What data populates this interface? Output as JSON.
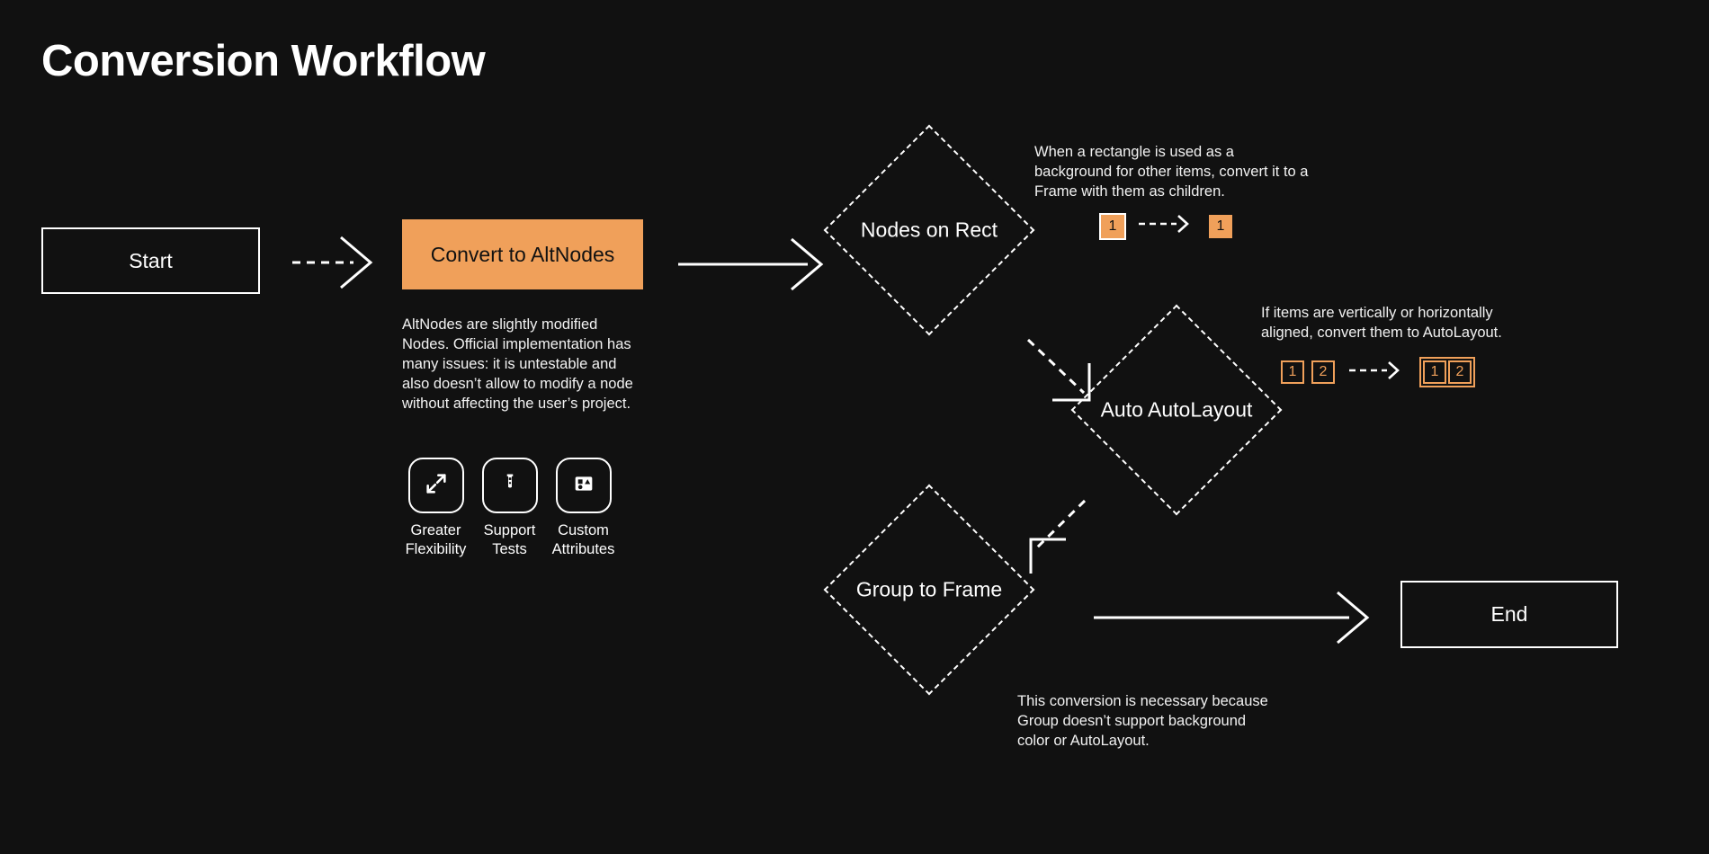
{
  "page": {
    "title": "Conversion Workflow",
    "background_color": "#111111",
    "accent_color": "#F0A05A",
    "text_color": "#ffffff"
  },
  "nodes": {
    "start": {
      "label": "Start"
    },
    "convert": {
      "label": "Convert to AltNodes"
    },
    "end": {
      "label": "End"
    },
    "nodes_on_rect": {
      "label": "Nodes on Rect"
    },
    "auto_autolayout": {
      "label": "Auto AutoLayout"
    },
    "group_to_frame": {
      "label": "Group to Frame"
    }
  },
  "convert_description": "AltNodes are slightly modified Nodes. Official implementation has many issues: it is untestable and also doesn’t allow to modify a node without affecting the user’s project.",
  "features": [
    {
      "icon": "expand-arrows-icon",
      "label_line1": "Greater",
      "label_line2": "Flexibility"
    },
    {
      "icon": "test-tube-icon",
      "label_line1": "Support",
      "label_line2": "Tests"
    },
    {
      "icon": "shapes-icon",
      "label_line1": "Custom",
      "label_line2": "Attributes"
    }
  ],
  "annotations": {
    "nodes_on_rect": {
      "text": "When a rectangle is used as a background for other items, convert it to a Frame with them as children.",
      "before": [
        "1"
      ],
      "after": [
        "1"
      ]
    },
    "auto_autolayout": {
      "text": "If items are vertically or horizontally aligned, convert them to AutoLayout.",
      "before": [
        "1",
        "2"
      ],
      "after": [
        "1",
        "2"
      ]
    },
    "group_to_frame": {
      "text": "This conversion is necessary because Group doesn’t support background color or AutoLayout."
    }
  },
  "connectors": [
    {
      "name": "start-to-convert",
      "style": "dashed"
    },
    {
      "name": "convert-to-nodes-on-rect",
      "style": "solid"
    },
    {
      "name": "nodes-on-rect-to-auto-autolayout",
      "style": "dashed"
    },
    {
      "name": "auto-autolayout-to-group-to-frame",
      "style": "dashed"
    },
    {
      "name": "group-to-frame-to-end",
      "style": "solid"
    }
  ]
}
